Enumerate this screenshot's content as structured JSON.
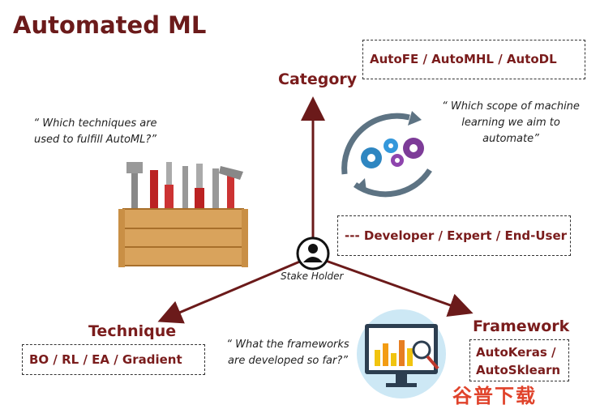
{
  "title": "Automated ML",
  "center": {
    "label": "Stake Holder"
  },
  "category": {
    "heading": "Category",
    "box": "AutoFE / AutoMHL / AutoDL",
    "quote": "“ Which scope of machine learning we aim to automate”",
    "users_box": "--- Developer / Expert / End-User"
  },
  "technique": {
    "heading": "Technique",
    "box": "BO / RL / EA / Gradient",
    "quote": "“ Which techniques are used to fulfill AutoML?”"
  },
  "framework": {
    "heading": "Framework",
    "box_line1": "AutoKeras /",
    "box_line2": "AutoSklearn",
    "quote": "“ What the frameworks are developed so far?”"
  },
  "watermark": "谷普下载",
  "colors": {
    "accent": "#6b1a1a",
    "arrow": "#6b1a1a",
    "gear_blue": "#2e86c1",
    "gear_purple": "#7d3c98"
  }
}
